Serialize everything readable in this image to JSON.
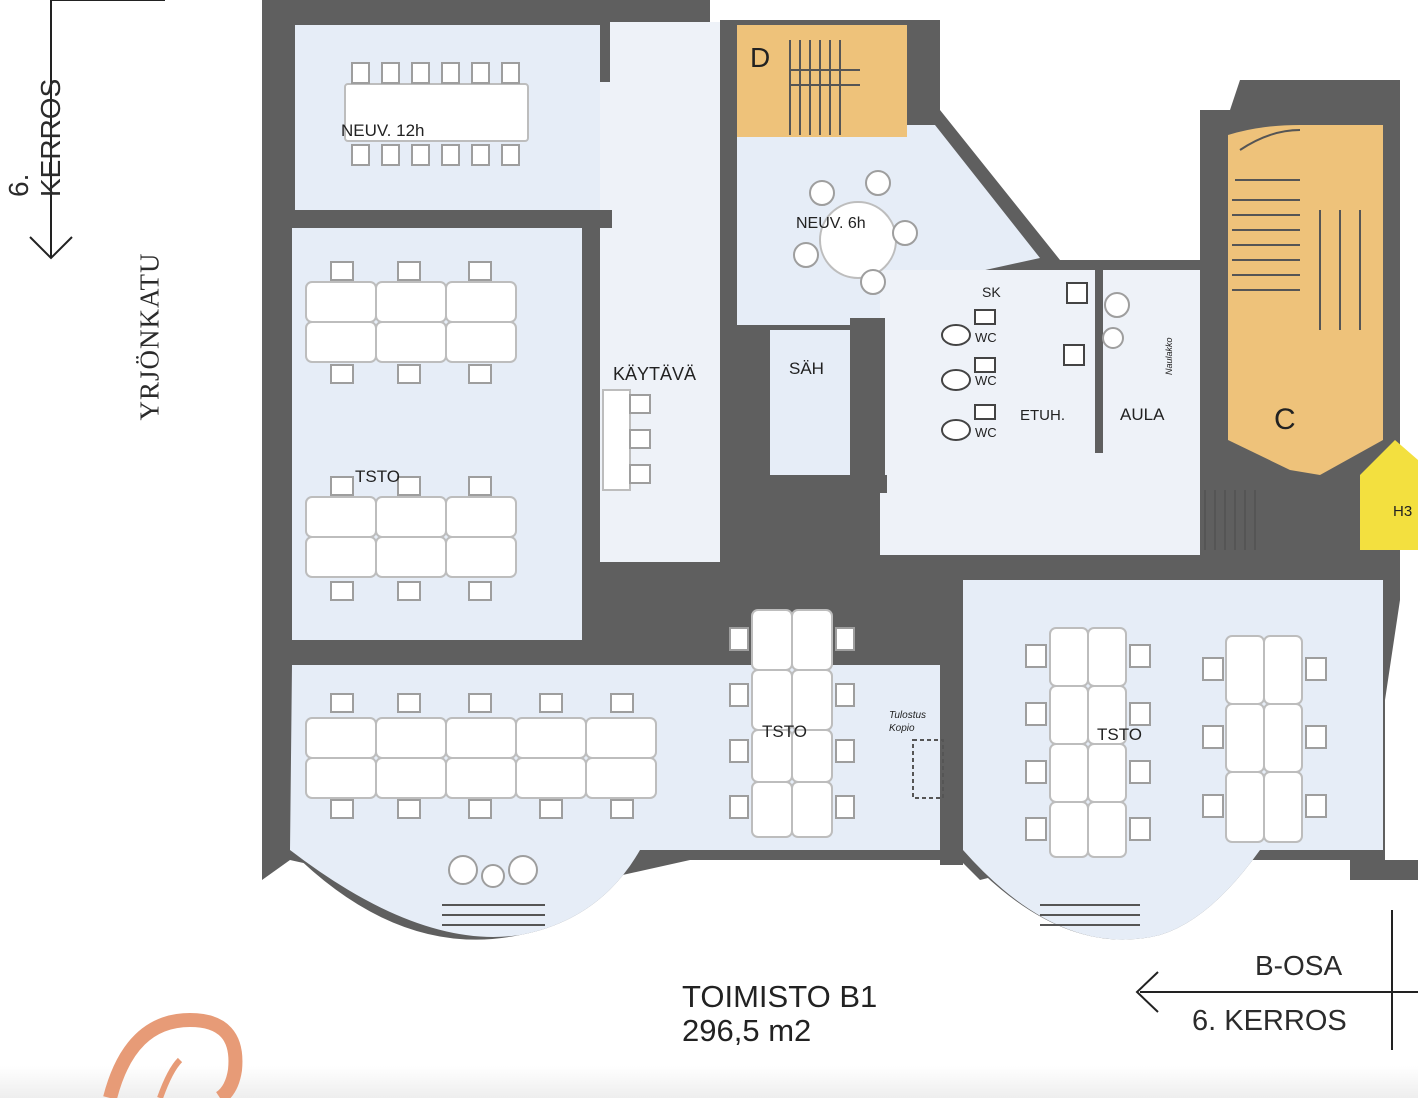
{
  "floor": "6. KERROS",
  "street": "YRJÖNKATU",
  "section": "B-OSA",
  "title": "TOIMISTO B1",
  "area": "296,5 m2",
  "rooms": {
    "meeting_12": "NEUV. 12h",
    "meeting_6": "NEUV. 6h",
    "corridor": "KÄYTÄVÄ",
    "electrical": "SÄH",
    "cleaning": "SK",
    "wc1": "WC",
    "wc2": "WC",
    "wc3": "WC",
    "anteroom": "ETUH.",
    "lobby": "AULA",
    "office_left": "TSTO",
    "office_center": "TSTO",
    "office_right": "TSTO",
    "print": "Tulostus",
    "print2": "Kopio",
    "coat": "Naulakko"
  },
  "stairs": {
    "d": "D",
    "c": "C",
    "h": "H3"
  },
  "colors": {
    "wall": "#5f5f5f",
    "room_fill": "#e8eef7",
    "corridor_fill": "#eef2f8",
    "stair_fill": "#eec27a",
    "elevator_fill": "#f3e03f",
    "logo": "#e79b77"
  }
}
